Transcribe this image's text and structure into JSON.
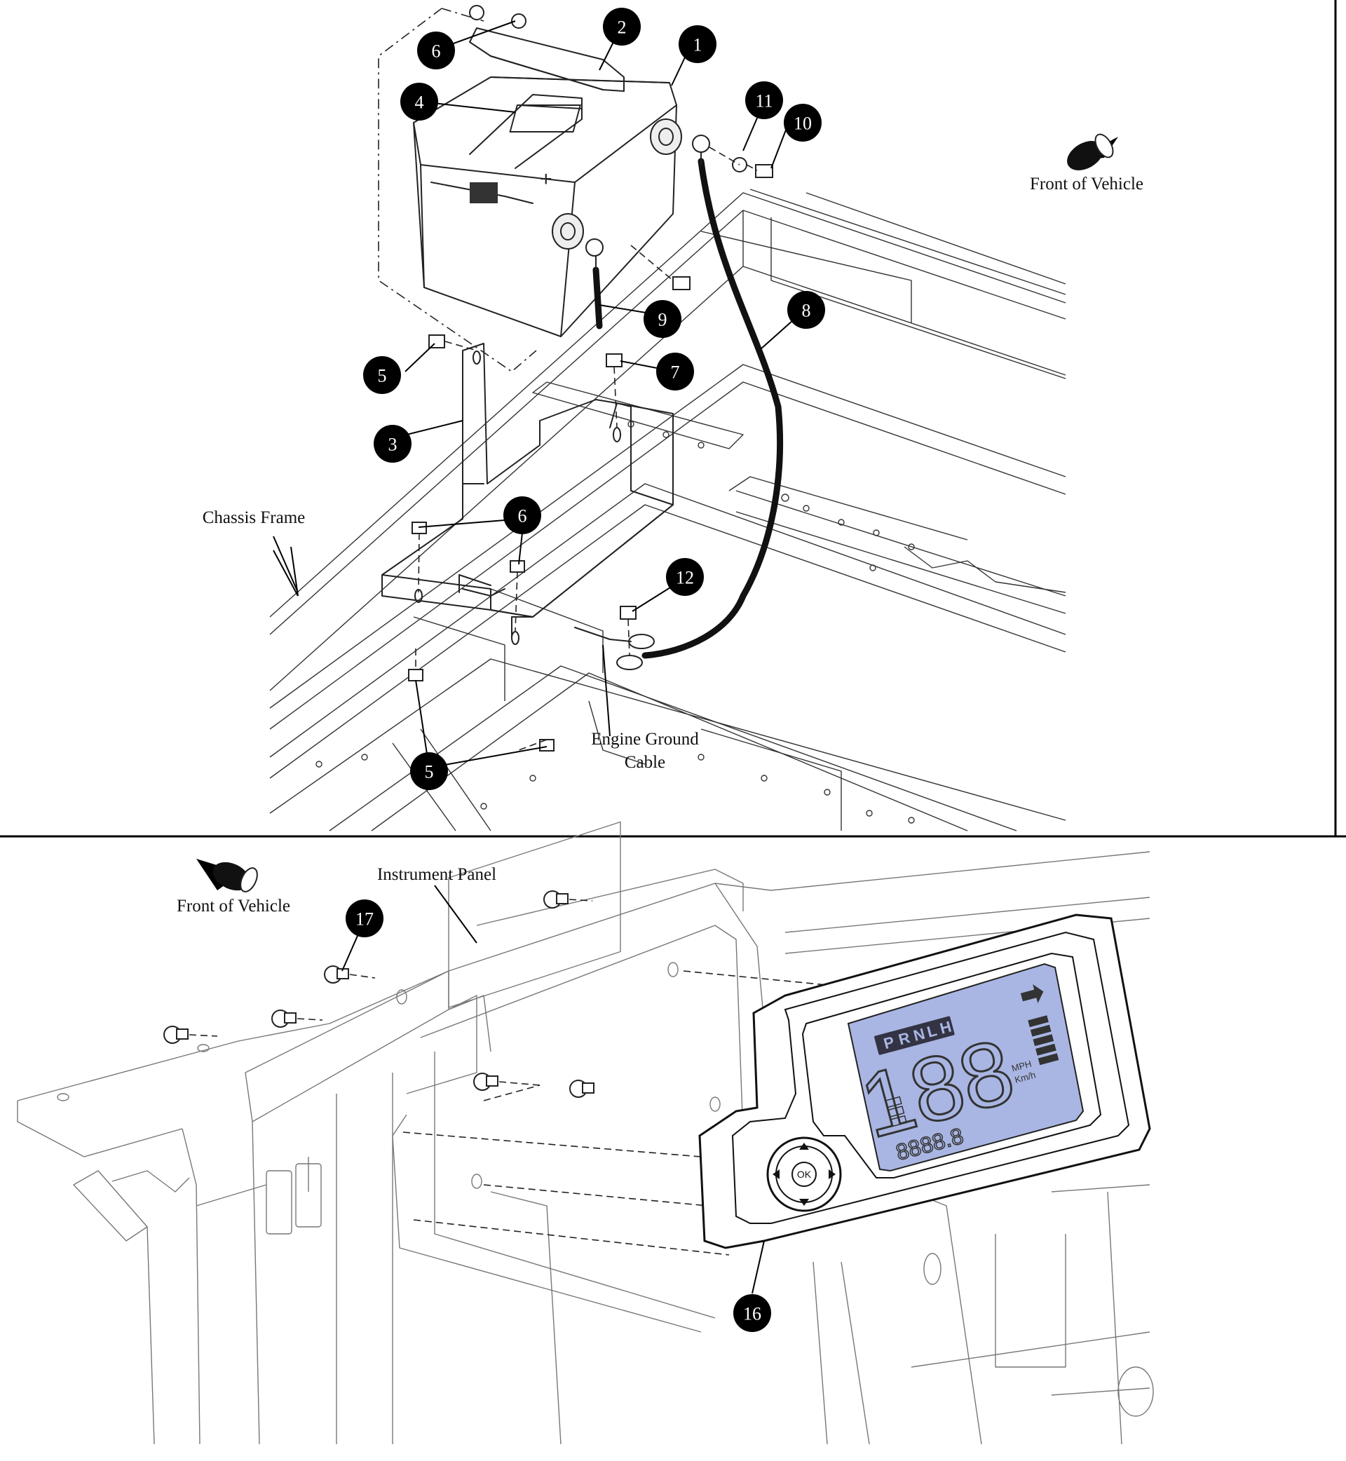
{
  "top_panel": {
    "labels": {
      "front_of_vehicle": "Front of Vehicle",
      "chassis_frame": "Chassis Frame",
      "engine_ground_cable_line1": "Engine Ground",
      "engine_ground_cable_line2": "Cable"
    },
    "callouts": [
      "1",
      "2",
      "3",
      "4",
      "5",
      "5",
      "6",
      "6",
      "7",
      "8",
      "9",
      "10",
      "11",
      "12"
    ]
  },
  "bottom_panel": {
    "labels": {
      "front_of_vehicle": "Front of Vehicle",
      "instrument_panel": "Instrument Panel"
    },
    "callouts": [
      "16",
      "17"
    ],
    "display": {
      "gears": [
        "P",
        "R",
        "N",
        "L",
        "H"
      ],
      "speed": "188",
      "units_top": "MPH",
      "units_bottom": "Km/h",
      "odometer": "8888.8",
      "ok_label": "OK"
    }
  },
  "colors": {
    "lcd_blue": "#a9b6e3",
    "callout": "#000000"
  }
}
